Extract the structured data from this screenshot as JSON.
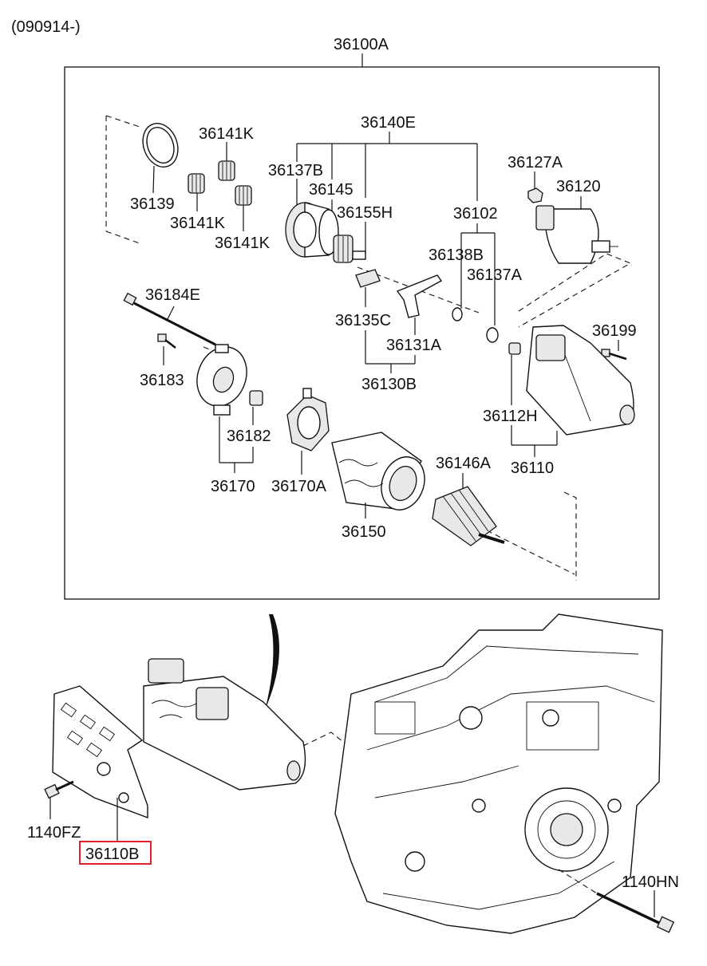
{
  "header": {
    "version_range": "(090914-)"
  },
  "assembly": {
    "code": "36100A"
  },
  "labels": {
    "l36141K_a": "36141K",
    "l36141K_b": "36141K",
    "l36141K_c": "36141K",
    "l36139": "36139",
    "l36140E": "36140E",
    "l36137B": "36137B",
    "l36145": "36145",
    "l36155H": "36155H",
    "l36102": "36102",
    "l36138B": "36138B",
    "l36137A": "36137A",
    "l36127A": "36127A",
    "l36120": "36120",
    "l36184E": "36184E",
    "l36183": "36183",
    "l36182": "36182",
    "l36170": "36170",
    "l36170A": "36170A",
    "l36135C": "36135C",
    "l36131A": "36131A",
    "l36130B": "36130B",
    "l36199": "36199",
    "l36112H": "36112H",
    "l36110": "36110",
    "l36146A": "36146A",
    "l36150": "36150",
    "l1140FZ": "1140FZ",
    "l36110B": "36110B",
    "l1140HN": "1140HN"
  },
  "highlight": {
    "part": "36110B",
    "color": "#e0202a"
  }
}
